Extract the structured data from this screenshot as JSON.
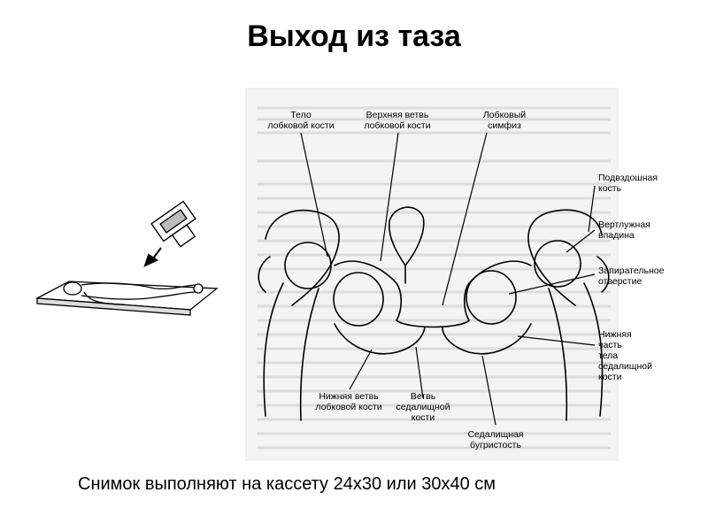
{
  "title": "Выход из таза",
  "caption": "Снимок выполняют на кассету 24х30 или 30х40 см",
  "labels": {
    "pubic_body": "Тело\nлобковой кости",
    "superior_ramus": "Верхняя ветвь\nлобковой кости",
    "symphysis": "Лобковый\nсимфиз",
    "ilium": "Подвздошная\nкость",
    "acetabulum": "Вертлужная\nвпадина",
    "obturator_foramen": "Запирательное\nотверстие",
    "ischium_lower_body": "Нижняя\nчасть\nтела\nседалищной\nкости",
    "inferior_ramus": "Нижняя ветвь\nлобковой кости",
    "ischial_ramus": "Ветвь\nседалищной\nкости",
    "ischial_tuberosity": "Седалищная\nбугристость"
  }
}
